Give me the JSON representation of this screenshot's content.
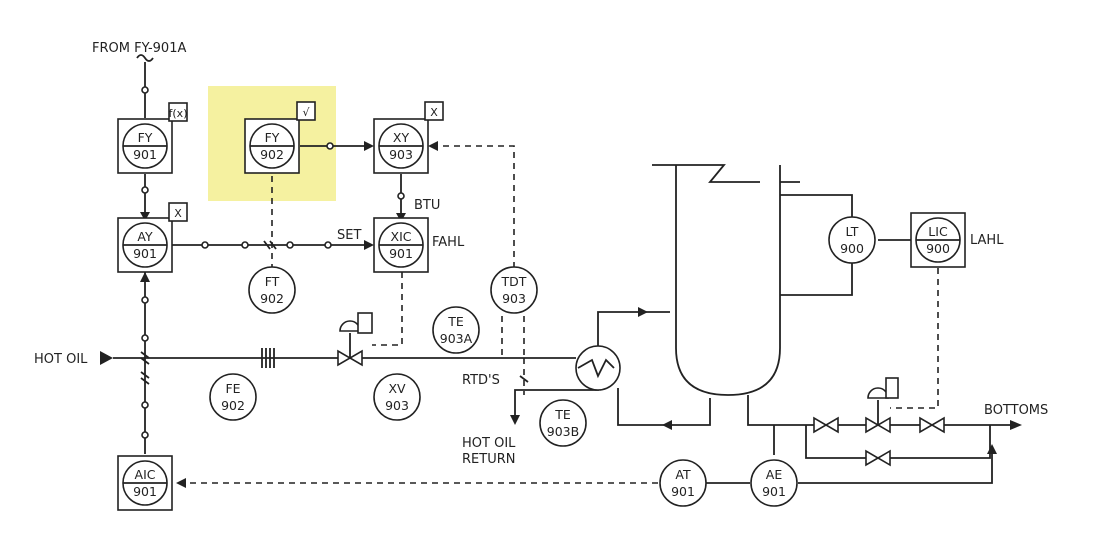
{
  "highlight_color": "#f5f1a0",
  "labels": {
    "from": "FROM FY-901A",
    "hot_oil": "HOT OIL",
    "set": "SET",
    "btu": "BTU",
    "fahl": "FAHL",
    "lahl": "LAHL",
    "rtds": "RTD'S",
    "hot_oil_return_1": "HOT OIL",
    "hot_oil_return_2": "RETURN",
    "bottoms": "BOTTOMS"
  },
  "functions": {
    "fy901": "f(x)",
    "fy902": "√",
    "xy903": "X",
    "ay901": "X"
  },
  "instruments": {
    "fy901": {
      "l1": "FY",
      "l2": "901"
    },
    "fy902": {
      "l1": "FY",
      "l2": "902"
    },
    "xy903": {
      "l1": "XY",
      "l2": "903"
    },
    "ay901": {
      "l1": "AY",
      "l2": "901"
    },
    "xic901": {
      "l1": "XIC",
      "l2": "901"
    },
    "ft902": {
      "l1": "FT",
      "l2": "902"
    },
    "tdt903": {
      "l1": "TDT",
      "l2": "903"
    },
    "te903a": {
      "l1": "TE",
      "l2": "903A"
    },
    "fe902": {
      "l1": "FE",
      "l2": "902"
    },
    "xv903": {
      "l1": "XV",
      "l2": "903"
    },
    "te903b": {
      "l1": "TE",
      "l2": "903B"
    },
    "lt900": {
      "l1": "LT",
      "l2": "900"
    },
    "lic900": {
      "l1": "LIC",
      "l2": "900"
    },
    "aic901": {
      "l1": "AIC",
      "l2": "901"
    },
    "at901": {
      "l1": "AT",
      "l2": "901"
    },
    "ae901": {
      "l1": "AE",
      "l2": "901"
    }
  }
}
